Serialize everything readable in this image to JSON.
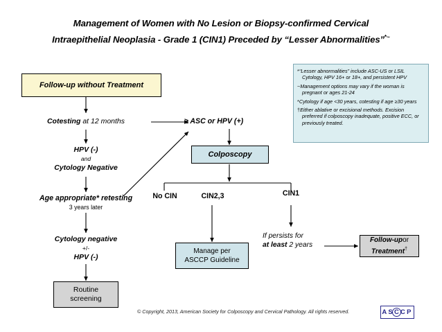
{
  "title": {
    "line1": "Management of Women with No Lesion or Biopsy-confirmed Cervical",
    "line2": "Intraepithelial Neoplasia - Grade 1 (CIN1) Preceded by “Lesser Abnormalities”",
    "superscript": "*~"
  },
  "boxes": {
    "follow_up_no_treatment": "Follow-up without Treatment",
    "colposcopy": "Colposcopy",
    "manage_line1": "Manage per",
    "manage_line2": "ASCCP Guideline",
    "routine_line1": "Routine",
    "routine_line2": "screening",
    "followup_or_treatment_a": "Follow-up",
    "followup_or_treatment_b": "or",
    "followup_or_treatment_c": "Treatment",
    "followup_or_treatment_dagger": "†"
  },
  "nodes": {
    "cotesting_bold": "Cotesting",
    "cotesting_rest": "at 12 months",
    "hpv_neg": "HPV (-)",
    "and": "and",
    "cytology_negative": "Cytology Negative",
    "age_appropriate": "Age appropriate* retesting",
    "age_appropriate_sub": "3 years later",
    "cytology_negative2": "Cytology negative",
    "plus_minus": "+/-",
    "hpv_neg2": "HPV (-)",
    "asc_or_hpv": "≥ ASC or HPV (+)",
    "branch_no_cin": "No CIN",
    "branch_cin23": "CIN2,3",
    "branch_cin1": "CIN1",
    "persists_line1": "If persists for",
    "persists_line2_bold": "at least",
    "persists_line2_rest": "2 years"
  },
  "legend": {
    "items": [
      {
        "marker": "*",
        "text": "“Lesser abnormalities” include ASC-US or LSIL Cytology, HPV 16+ or 18+, and persistent HPV"
      },
      {
        "marker": "~",
        "text": "Management options may vary if the woman is pregnant or ages 21-24"
      },
      {
        "marker": "*",
        "text": "Cytology if age <30 years, cotesting if age ≥30 years"
      },
      {
        "marker": "†",
        "text": "Either ablative or excisional methods. Excision preferred if colposcopy inadequate, positive ECC, or previously treated."
      }
    ]
  },
  "footer": {
    "copyright": "© Copyright, 2013, American Society for Colposcopy and Cervical Pathology.  All rights reserved.",
    "logo_a": "A",
    "logo_s": "S",
    "logo_c1": "C",
    "logo_c2": "C",
    "logo_p": "P"
  },
  "colors": {
    "yellow_box": "#fbf6d0",
    "blue_box": "#cfe4ea",
    "gray_box": "#d4d4d4",
    "legend_bg": "#dceef1",
    "logo_blue": "#2a2a8c"
  }
}
